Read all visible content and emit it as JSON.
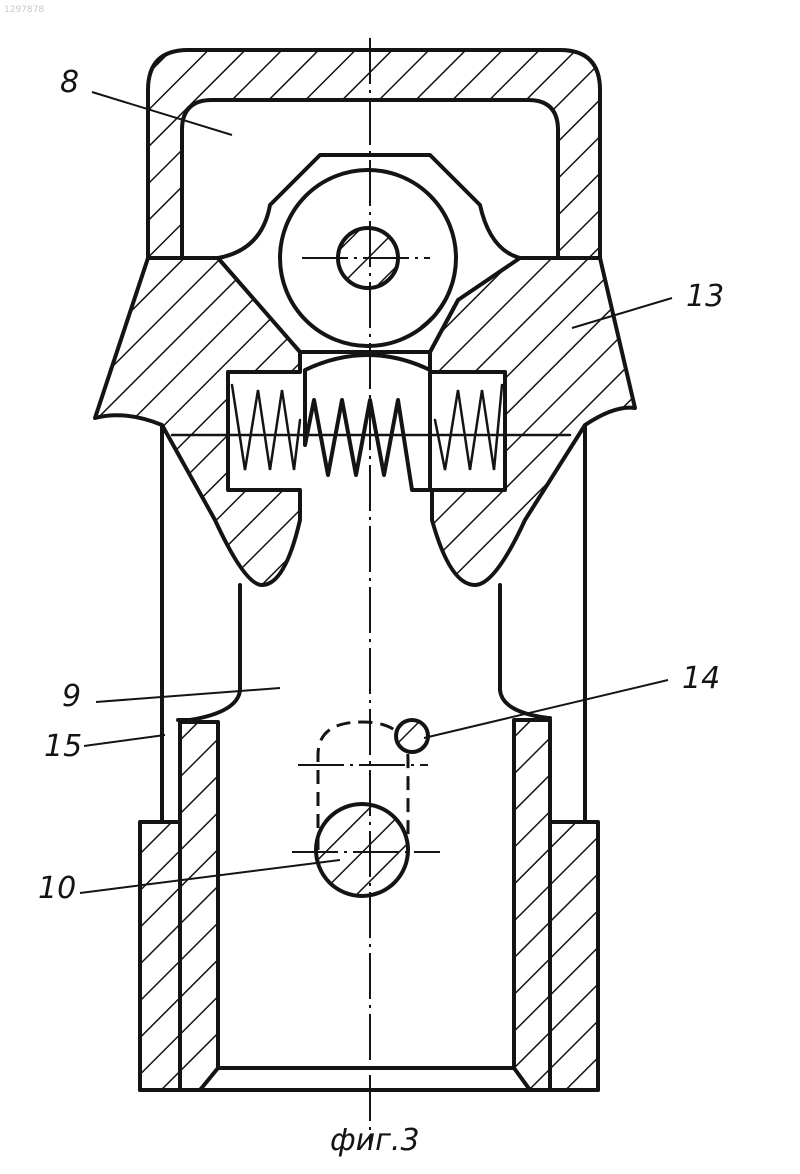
{
  "corner_id": "1297878",
  "labels": {
    "cover": "8",
    "body": "13",
    "plunger": "9",
    "pin": "10",
    "screw": "14",
    "sleeve": "15"
  },
  "caption": "фиг.3"
}
